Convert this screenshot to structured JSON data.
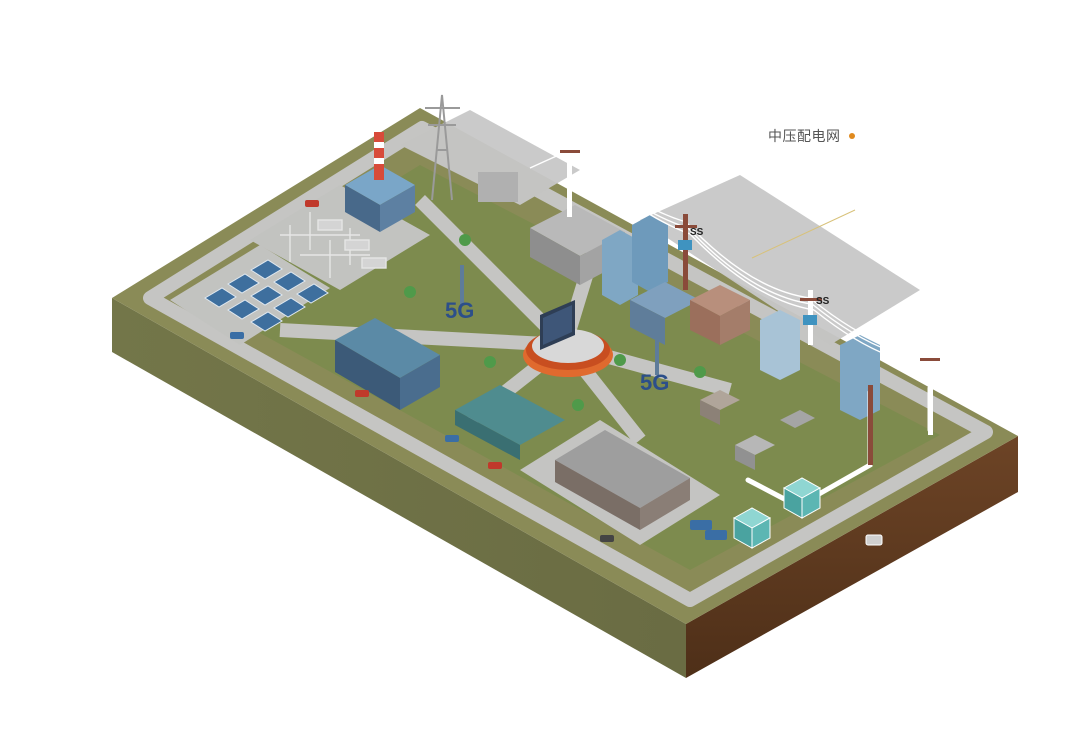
{
  "callout": {
    "label": "中压配电网",
    "dot_color": "#e08a1e",
    "leader_color": "#d8c27a"
  },
  "badges": {
    "five_g": "5G",
    "ss": "SS"
  },
  "colors": {
    "ground_top": "#8a8b57",
    "ground_left": "#6f7247",
    "ground_right_soil": "#6a3f20",
    "road": "#c9c9c9",
    "grass": "#7d8c4e",
    "building_blue": "#3c5a78",
    "building_roof": "#5b8aa6",
    "glass_tower": "#7fa7c4",
    "warehouse": "#8d8d8d",
    "hub_ring": "#e06a2e",
    "cabinet": "#4aa3a0",
    "power_line": "#ffffff",
    "pole": "#8a4b3a"
  },
  "icons": {
    "transmission_tower": "transmission-tower-icon",
    "power_pole": "power-pole-icon",
    "five_g_tower": "five-g-tower-icon",
    "switch_cabinet": "switch-cabinet-icon",
    "solar_panel": "solar-panel-icon",
    "substation": "substation-icon",
    "data_center_hub": "data-hub-icon",
    "tree": "tree-icon",
    "car": "car-icon"
  }
}
